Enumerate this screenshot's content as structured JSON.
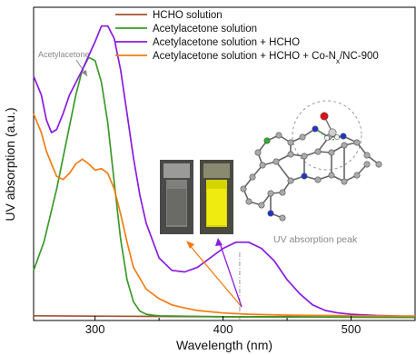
{
  "chart_data": {
    "type": "line",
    "xlabel": "Wavelength (nm)",
    "ylabel": "UV absorption (a.u.)",
    "xlim": [
      252,
      550
    ],
    "xticks": [
      300,
      400,
      500
    ],
    "xtick_labels": [
      "300",
      "400",
      "500"
    ],
    "ylim": [
      0,
      1
    ],
    "y_ticks_labeled": false,
    "grid": false,
    "legend_position": "top-right",
    "series": [
      {
        "name": "HCHO solution",
        "color": "#a0522d",
        "x": [
          252,
          300,
          350,
          400,
          450,
          500,
          550
        ],
        "y": [
          0.015,
          0.014,
          0.013,
          0.012,
          0.012,
          0.011,
          0.011
        ]
      },
      {
        "name": "Acetylacetone solution",
        "color": "#3a9a2a",
        "x": [
          252,
          260,
          270,
          280,
          285,
          290,
          295,
          300,
          305,
          310,
          315,
          320,
          325,
          330,
          335,
          340,
          345,
          350,
          400,
          550
        ],
        "y": [
          0.16,
          0.25,
          0.42,
          0.62,
          0.72,
          0.8,
          0.84,
          0.83,
          0.76,
          0.63,
          0.44,
          0.26,
          0.13,
          0.06,
          0.03,
          0.02,
          0.017,
          0.015,
          0.012,
          0.01
        ]
      },
      {
        "name": "Acetylacetone solution + HCHO",
        "color": "#8a1be0",
        "x": [
          252,
          258,
          262,
          266,
          270,
          275,
          280,
          290,
          300,
          305,
          310,
          315,
          320,
          325,
          330,
          335,
          340,
          350,
          360,
          370,
          380,
          390,
          400,
          410,
          420,
          430,
          440,
          450,
          460,
          470,
          480,
          490,
          500,
          510,
          520,
          530,
          540,
          550
        ],
        "y": [
          0.78,
          0.72,
          0.64,
          0.6,
          0.61,
          0.66,
          0.72,
          0.8,
          0.89,
          0.94,
          0.94,
          0.9,
          0.8,
          0.66,
          0.52,
          0.4,
          0.31,
          0.2,
          0.16,
          0.155,
          0.17,
          0.2,
          0.23,
          0.25,
          0.25,
          0.23,
          0.19,
          0.13,
          0.085,
          0.05,
          0.032,
          0.024,
          0.02,
          0.018,
          0.016,
          0.015,
          0.014,
          0.014
        ]
      },
      {
        "name": "Acetylacetone solution + HCHO + Co-Nx/NC-900",
        "color": "#f07d16",
        "x": [
          252,
          258,
          262,
          266,
          270,
          275,
          280,
          285,
          290,
          295,
          300,
          305,
          310,
          315,
          320,
          325,
          330,
          340,
          350,
          360,
          370,
          380,
          400,
          420,
          450,
          500,
          550
        ],
        "y": [
          0.66,
          0.6,
          0.54,
          0.5,
          0.46,
          0.45,
          0.47,
          0.5,
          0.515,
          0.5,
          0.48,
          0.485,
          0.47,
          0.42,
          0.34,
          0.25,
          0.17,
          0.1,
          0.07,
          0.05,
          0.04,
          0.032,
          0.024,
          0.02,
          0.017,
          0.015,
          0.014
        ]
      }
    ],
    "annotations": [
      {
        "text": "Acetylacetone",
        "arrow_to_x": 295,
        "arrow_to_y": 0.91
      },
      {
        "text": "UV absorption peak",
        "marker_x": 413
      }
    ]
  }
}
